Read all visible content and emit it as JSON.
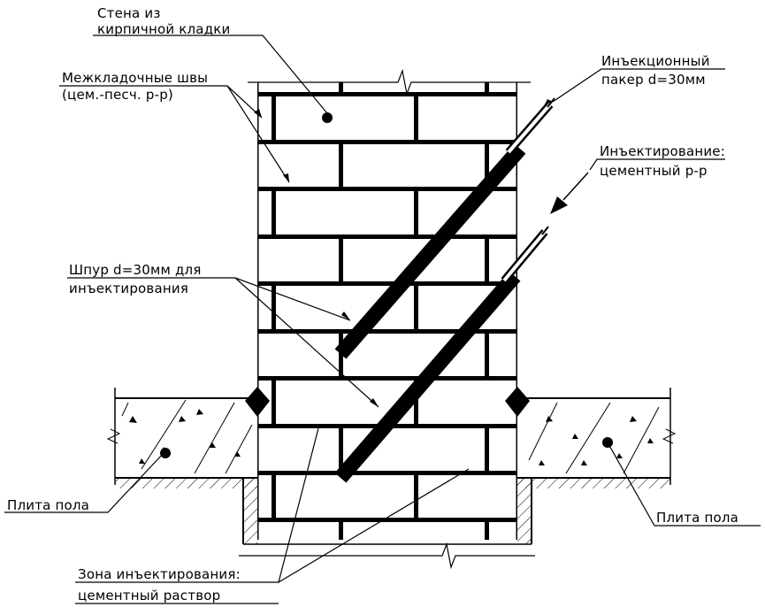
{
  "labels": {
    "wall_line1": "Стена из",
    "wall_line2": "кирпичной кладки",
    "joints_line1": "Межкладочные швы",
    "joints_line2": "(цем.-песч. р-р)",
    "packer_line1": "Инъекционный",
    "packer_line2": "пакер d=30мм",
    "injection_line1": "Инъектирование:",
    "injection_line2": "цементный р-р",
    "borehole_line1": "Шпур d=30мм для",
    "borehole_line2": "инъектирования",
    "floor_left": "Плита пола",
    "floor_right": "Плита пола",
    "zone_line1": "Зона инъектирования:",
    "zone_line2": "цементный раствор"
  }
}
